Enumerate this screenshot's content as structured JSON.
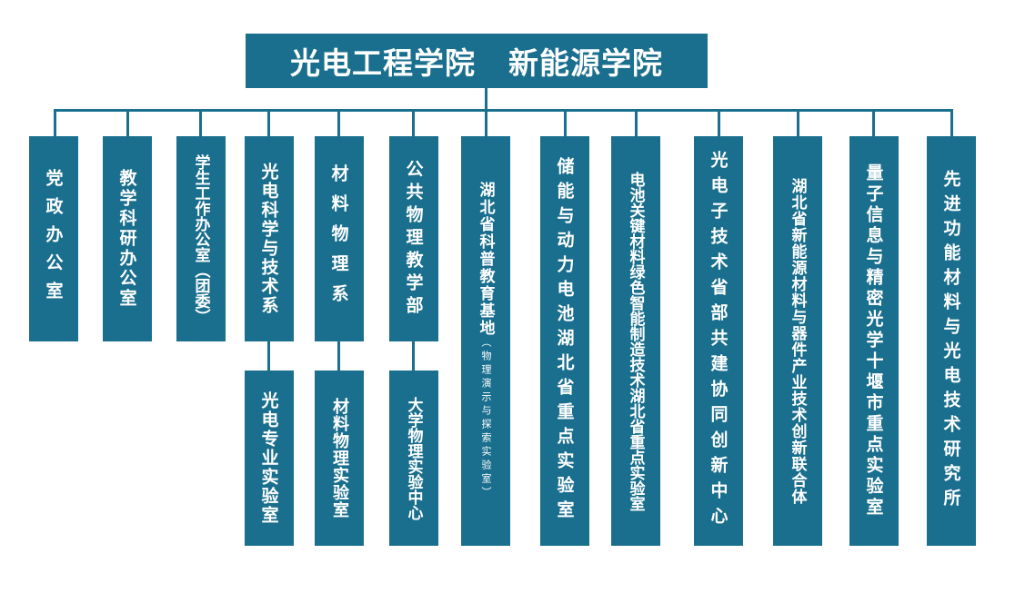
{
  "root": {
    "title_left": "光电工程学院",
    "title_right": "新能源学院"
  },
  "units": [
    {
      "label": "党政办公室"
    },
    {
      "label": "教学科研办公室"
    },
    {
      "label": "学生工作办公室（团委）"
    },
    {
      "label": "光电科学与技术系",
      "sub": "光电专业实验室"
    },
    {
      "label": "材料物理系",
      "sub": "材料物理实验室"
    },
    {
      "label": "公共物理教学部",
      "sub": "大学物理实验中心"
    },
    {
      "label": "湖北省科普教育基地",
      "note": "（物理演示与探索实验室）"
    },
    {
      "label": "储能与动力电池湖北省重点实验室"
    },
    {
      "label": "电池关键材料绿色智能制造技术湖北省重点实验室"
    },
    {
      "label": "光电子技术省部共建协同创新中心"
    },
    {
      "label": "湖北省新能源材料与器件产业技术创新联合体"
    },
    {
      "label": "量子信息与精密光学十堰市重点实验室"
    },
    {
      "label": "先进功能材料与光电技术研究所"
    }
  ]
}
